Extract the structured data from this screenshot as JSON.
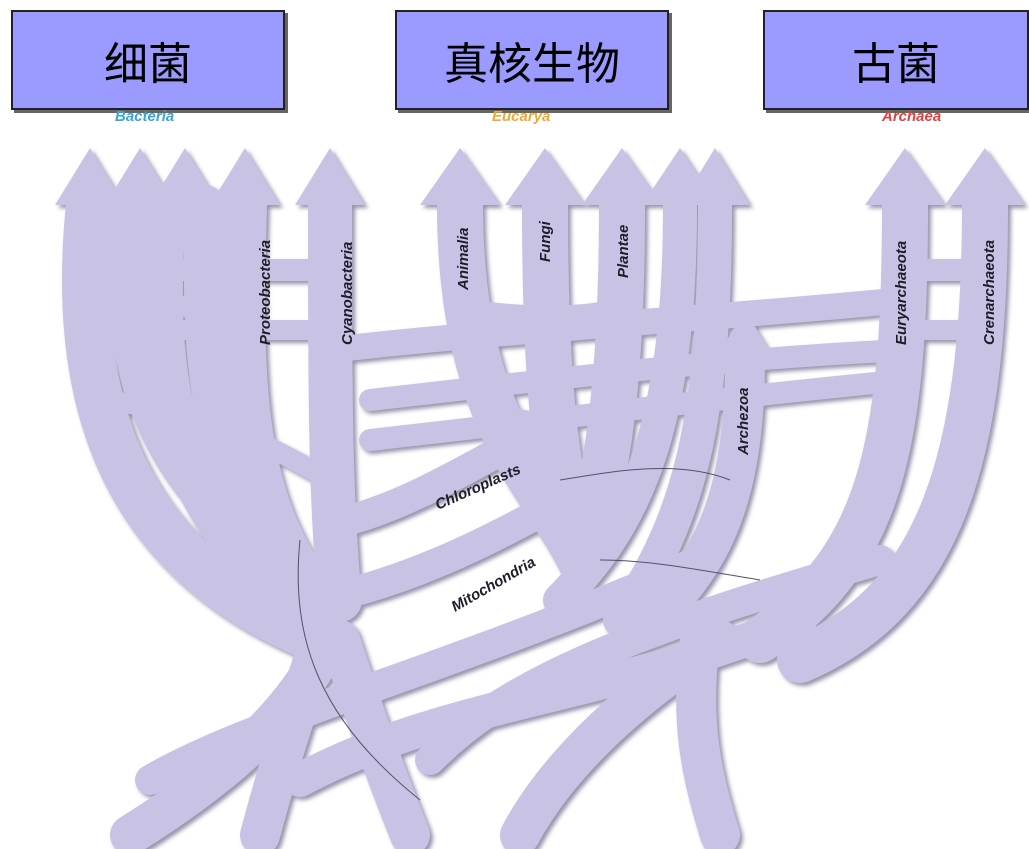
{
  "header_boxes": {
    "bacteria": "细菌",
    "eukarya": "真核生物",
    "archaea": "古菌"
  },
  "domain_labels": {
    "bacteria": "Bacteria",
    "eukarya": "Eucarya",
    "archaea": "Archaea"
  },
  "colors": {
    "tree_fill": "#c8c2e4",
    "tree_shadow": "#7d7795",
    "box_fill": "#9a9aff",
    "bacteria_label": "#3ba3d8",
    "eukarya_label": "#f0a830",
    "archaea_label": "#e04040"
  },
  "branch_labels": {
    "proteobacteria": "Proteobacteria",
    "cyanobacteria": "Cyanobacteria",
    "animalia": "Animalia",
    "fungi": "Fungi",
    "plantae": "Plantae",
    "euryarchaeota": "Euryarchaeota",
    "crenarchaeota": "Crenarchaeota",
    "archezoa": "Archezoa",
    "chloroplasts": "Chloroplasts",
    "mitochondria": "Mitochondria"
  }
}
